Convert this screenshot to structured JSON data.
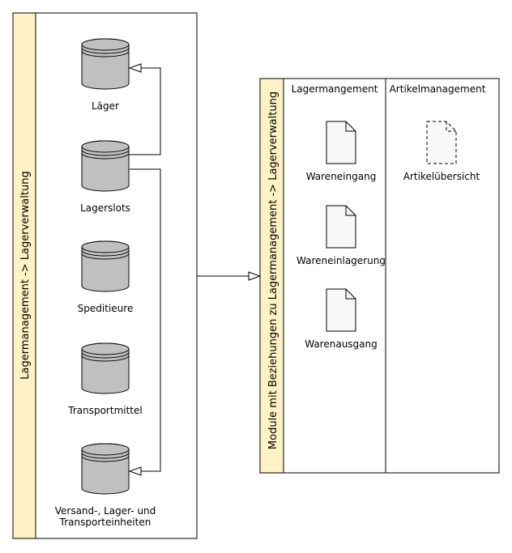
{
  "left_pool": {
    "title": "Lagermanagement -> Lagerverwaltung",
    "databases": [
      {
        "label_lines": [
          "Läger"
        ]
      },
      {
        "label_lines": [
          "Lagerslots"
        ]
      },
      {
        "label_lines": [
          "Speditieure"
        ]
      },
      {
        "label_lines": [
          "Transportmittel"
        ]
      },
      {
        "label_lines": [
          "Versand-, Lager- und",
          "Transporteinheiten"
        ]
      }
    ]
  },
  "right_pool": {
    "title": "Module mit Beziehungen zu Lagermanagement -> Lagerverwaltung",
    "lanes": [
      {
        "header": "Lagermangement",
        "documents": [
          {
            "label": "Wareneingang",
            "dashed": false
          },
          {
            "label": "Wareneinlagerung",
            "dashed": false
          },
          {
            "label": "Warenausgang",
            "dashed": false
          }
        ]
      },
      {
        "header": "Artikelmanagement",
        "documents": [
          {
            "label": "Artikelübersicht",
            "dashed": true
          }
        ]
      }
    ]
  },
  "colors": {
    "pool_header_fill": "#FFF2C4",
    "database_fill": "#C0C0C0",
    "document_fill": "#F8F8F8",
    "stroke": "#000000"
  }
}
